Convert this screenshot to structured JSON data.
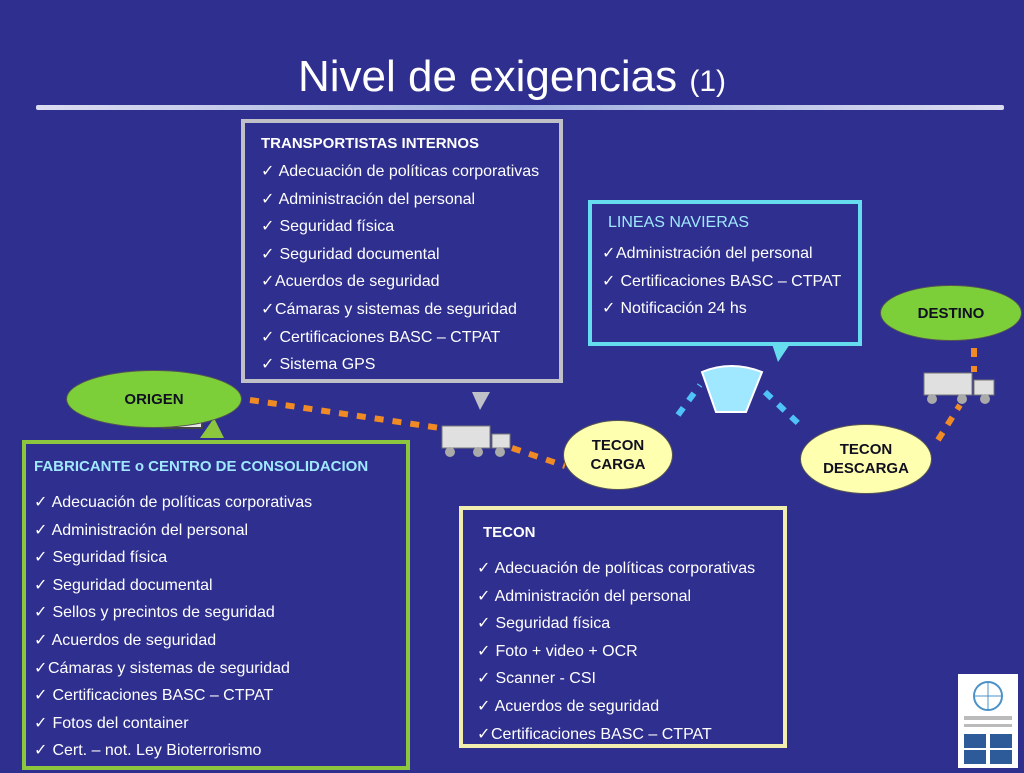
{
  "title": {
    "main": "Nivel de exigencias",
    "suffix": "(1)"
  },
  "transportistas": {
    "heading": "TRANSPORTISTAS INTERNOS",
    "items": [
      " Adecuación de políticas corporativas",
      " Administración del personal",
      " Seguridad física",
      " Seguridad documental",
      "Acuerdos de seguridad",
      "Cámaras y sistemas de seguridad",
      " Certificaciones BASC – CTPAT",
      " Sistema GPS"
    ]
  },
  "lineas": {
    "heading": "LINEAS NAVIERAS",
    "items": [
      "Administración del personal",
      " Certificaciones BASC – CTPAT",
      " Notificación 24 hs"
    ]
  },
  "fabricante": {
    "heading": "FABRICANTE o CENTRO DE CONSOLIDACION",
    "items": [
      " Adecuación de políticas corporativas",
      " Administración del personal",
      " Seguridad física",
      " Seguridad documental",
      " Sellos y precintos de seguridad",
      " Acuerdos de seguridad",
      "Cámaras y sistemas de seguridad",
      " Certificaciones BASC – CTPAT",
      " Fotos del container",
      " Cert. – not. Ley Bioterrorismo"
    ]
  },
  "tecon": {
    "heading": "TECON",
    "items": [
      " Adecuación de políticas corporativas",
      " Administración del personal",
      " Seguridad física",
      " Foto + video + OCR",
      " Scanner - CSI",
      " Acuerdos de seguridad",
      "Certificaciones BASC – CTPAT"
    ]
  },
  "nodes": {
    "origen": "ORIGEN",
    "destino": "DESTINO",
    "tecon_carga": [
      "TECON",
      "CARGA"
    ],
    "tecon_descarga": [
      "TECON",
      "DESCARGA"
    ]
  },
  "check_glyph": "✓",
  "icons": [
    "factory-icon",
    "truck-icon",
    "ship-icon",
    "arrow-icon",
    "un-logo-icon"
  ],
  "colors": {
    "background": "#2f2f8f",
    "connector": "#f08a24",
    "connector_sea": "#4fc3f7",
    "green_node": "#7dcf3a",
    "yellow_node": "#ffffb0"
  }
}
